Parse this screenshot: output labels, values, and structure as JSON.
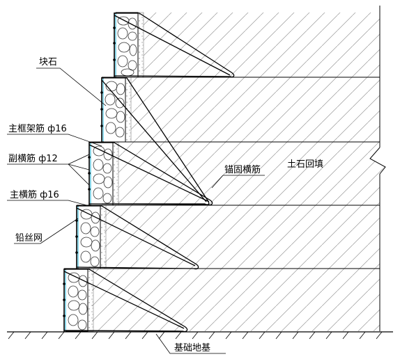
{
  "labels": {
    "block_stone": "块石",
    "main_frame_bar": "主框架筋 ф16",
    "secondary_cross_bar": "副横筋 ф12",
    "main_cross_bar": "主横筋 ф16",
    "lead_wire_mesh": "铅丝网",
    "anchor_cross_bar": "锚固横筋",
    "soil_rock_backfill": "土石回填",
    "foundation": "基础地基"
  },
  "colors": {
    "line": "#000000",
    "hatch": "#9a9a9a",
    "mesh": "#5bc8e0",
    "stone": "#333333"
  }
}
